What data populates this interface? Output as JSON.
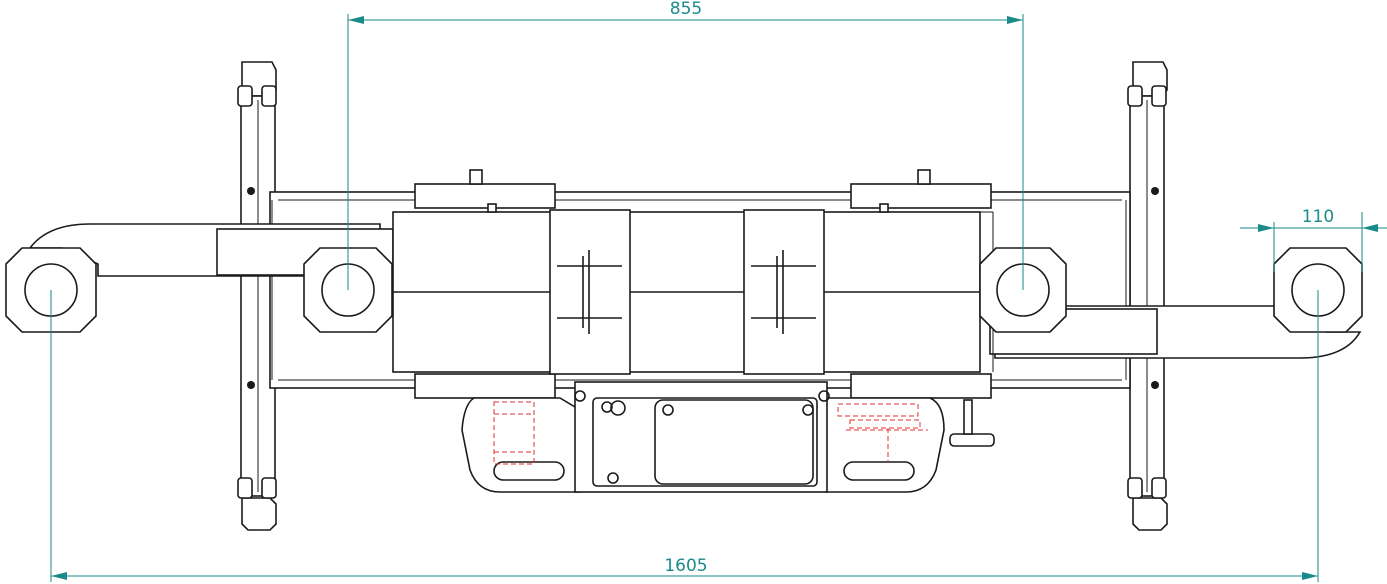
{
  "dimensions": {
    "top": "855",
    "right": "110",
    "bottom": "1605"
  },
  "colors": {
    "line": "#1a1a1a",
    "dimension": "#1a8a8a",
    "hidden": "#e03030"
  }
}
